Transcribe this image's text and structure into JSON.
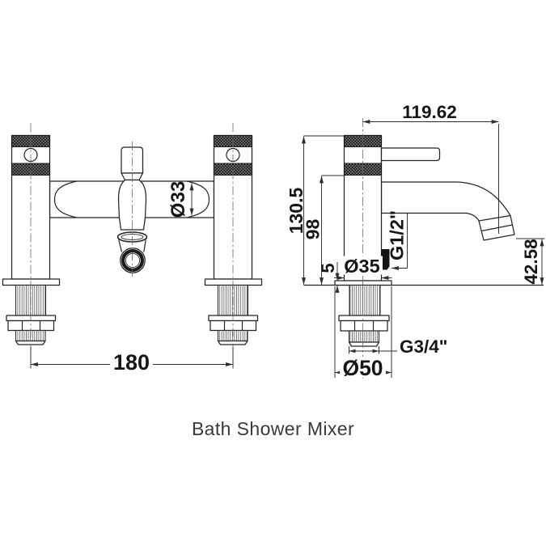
{
  "caption": "Bath Shower Mixer",
  "front_view": {
    "dims": {
      "pillar_distance": "180",
      "body_diameter": "Ø33"
    }
  },
  "side_view": {
    "dims": {
      "spout_reach": "119.62",
      "overall_height": "130.5",
      "body_height": "98",
      "base_height": "5",
      "body_diameter": "Ø35",
      "shower_hose_thread": "G1/2\"",
      "spout_clearance": "42.58",
      "inlet_thread": "G3/4\"",
      "base_diameter": "Ø50"
    }
  },
  "colors": {
    "ink": "#1c1c1c",
    "line": "#2b2b2b",
    "centerline": "#6a6a6a",
    "knurl": "#141414",
    "background": "#ffffff"
  }
}
